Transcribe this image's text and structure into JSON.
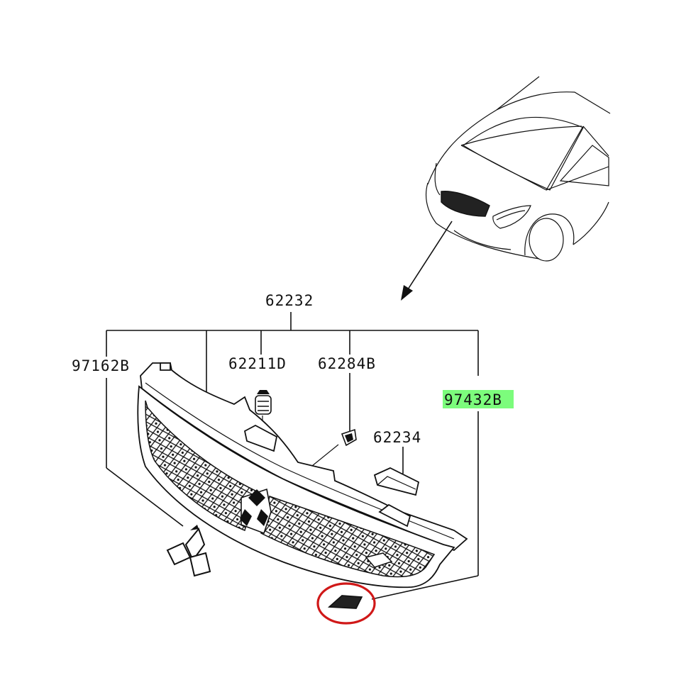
{
  "diagram": {
    "parts": [
      {
        "id": "p62232",
        "number": "62232",
        "highlighted": false
      },
      {
        "id": "p97162b",
        "number": "97162B",
        "highlighted": false
      },
      {
        "id": "p62211d",
        "number": "62211D",
        "highlighted": false
      },
      {
        "id": "p62284b",
        "number": "62284B",
        "highlighted": false
      },
      {
        "id": "p97432b",
        "number": "97432B",
        "highlighted": true
      },
      {
        "id": "p62234",
        "number": "62234",
        "highlighted": false
      }
    ],
    "highlight_color": "#7CFC7C",
    "circle_color": "#D01818",
    "circled_part": "grille-insert-piece"
  }
}
